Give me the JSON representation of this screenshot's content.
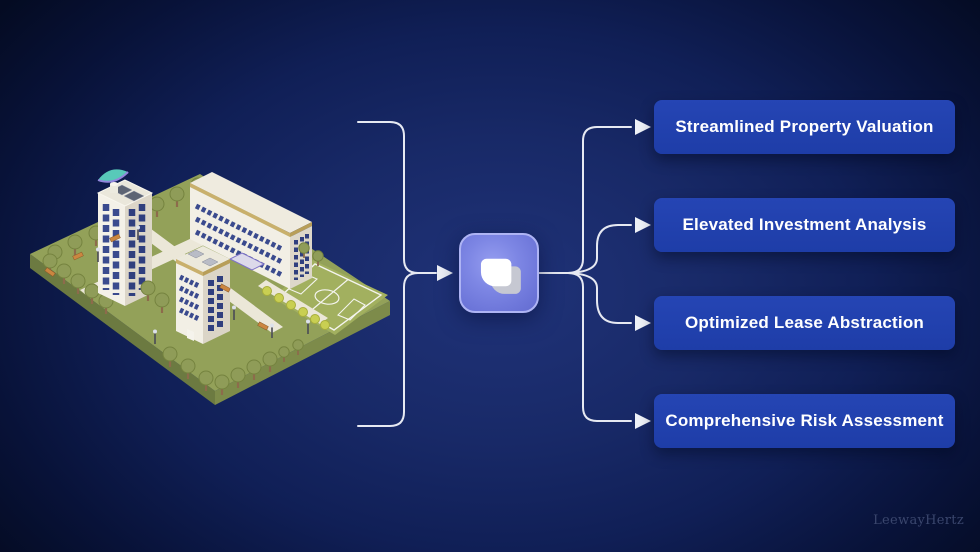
{
  "illustration": {
    "name": "isometric-property-campus"
  },
  "center_icon": {
    "name": "copy-documents-icon"
  },
  "benefits": [
    {
      "label": "Streamlined Property Valuation"
    },
    {
      "label": "Elevated Investment Analysis"
    },
    {
      "label": "Optimized Lease Abstraction"
    },
    {
      "label": "Comprehensive Risk Assessment"
    }
  ],
  "watermark": {
    "text": "LeewayHertz"
  },
  "colors": {
    "background_glow": "#1e3078",
    "background_edge": "#040b22",
    "benefit_box": "#2040ae",
    "benefit_text": "#ffffff",
    "connector": "#e6e9f2",
    "icon_fill": "#6d76d9",
    "icon_border": "#aeb4f4"
  }
}
